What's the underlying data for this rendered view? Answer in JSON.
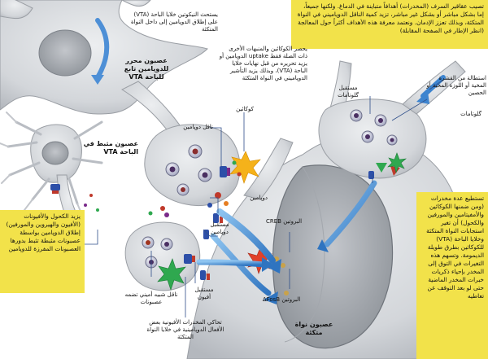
{
  "colors": {
    "callout_bg": "#f2e24a",
    "neuron_fill": "#d7d9dc",
    "neuron_edge": "#8c9096",
    "terminal_fill": "#c9cbd0",
    "arrow_blue": "#3d84cf",
    "leader_line": "#2f4f8a",
    "vesicle_fill": "#4a2f62",
    "receptor_red": "#c0392b",
    "burst_yellow": "#f5b21a",
    "burst_green": "#2fa84f"
  },
  "callouts": {
    "top_right": "تصيب عقاقير السرف (المخدرات) أهدافاً متباينة في الدماغ. ولكنها جميعاً، إما بشكل مباشر أو بشكل غير مباشر، تزيد كمية الناقل الدوپاميني في النواة المتكئة، وبذلك تعزز الإدمان. ونعتمد معرفة هذه الأهداف أكثراً حول المعالجة (انظر الإطار في الصفحة المقابلة)",
    "right_middle": "تستطيع عدة مخدرات (ومن ضمنها الكوكائين والأمفيتامين والمورفين والكحول) أن تغير استجابات النواة المتكئة وخلايا الباحة (VTA) للكوكائين بطرق طويلة الديمومة. وتسهم هذه التغيرات في التوق إلى المخدر بإحياء ذكريات خبرات المخدر الماضية حتى لو بعد التوقف عن تعاطيه",
    "left_middle": "يزيد الكحول والأفيونات (الأفيون والهيروين والمورفين) إطلاق الدوپامين بواسطة عصبونات مثبطة تثبط بدورها العصبونات المفرزة للدوپامين"
  },
  "labels": {
    "nicotine_text": "يستحث النيكوتين خلايا الباحة (VTA) على إطلاق الدوپامين إلى داخل النواة المتكئة",
    "dopamine_neuron": "عصبون محرر للدوپامين تابع للباحة VTA",
    "inhibitory_neuron": "عصبون مثبط في الباحة VTA",
    "cocaine_text": "يحصر الكوكائين والمنبهات الأخرى ذات الصلة فقط uptake الدوپامين أو يزيد تحريره من قبل نهايات خلايا الباحة (VTA)، وبذلك يزيد التأشير الدوپاميني في النواة المتكئة",
    "dopamine_transporter": "ناقل دوپامين",
    "cocaine": "كوكائين",
    "dopamine": "دوپامين",
    "dopamine_receptor": "مستقبل دوپامين",
    "amino_acid_transporter": "ناقل شبيه أميني تضمه عصبونات",
    "opiate_receptor": "مستقبل أفيون",
    "opiates_text": "تحاكي المخدرات الأفيونية بعض الأفعال الدوپامينية في خلايا النواة المتكئة",
    "glutamate_receptor": "مستقبل گلوتامات",
    "glutamate_from_cortex": "استطالة من القشرة المخية أو اللوزة المخية أو الحصين",
    "glutamate": "گلوتامات",
    "protein_creb": "البروتين CREB",
    "protein_fosb": "البروتين ΔFosB",
    "nucleus_accumbens_neuron": "عصبون نواة متكئة"
  }
}
